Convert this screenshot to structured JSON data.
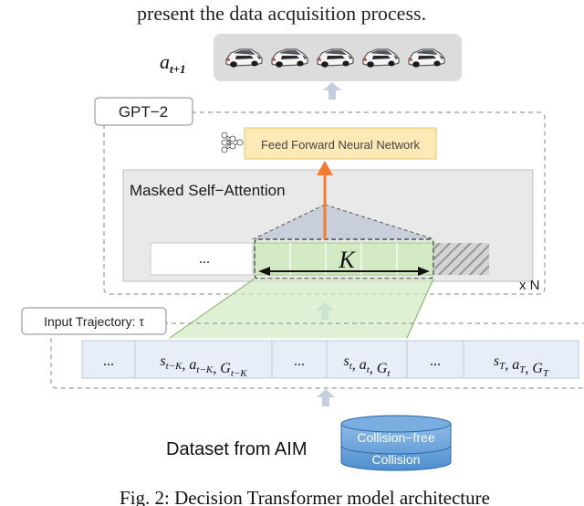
{
  "header_fragment": "present the data acquisition process.",
  "output_label": "a_{t+1}",
  "output_label_base": "a",
  "output_label_sub": "t+1",
  "car_count": 5,
  "gpt_box_label": "GPT−2",
  "ffnn_label": "Feed Forward Neural Network",
  "attention_label": "Masked Self−Attention",
  "context_left_ellipsis": "...",
  "context_window_label": "K",
  "repeat_label": "x N",
  "input_trajectory_label": "Input Trajectory: τ",
  "trajectory_cells": [
    "...",
    "s_{t−K}, a_{t−K}, G_{t−K}",
    "...",
    "s_t, a_t, G_t",
    "...",
    "s_T, a_T, G_T"
  ],
  "dataset_label": "Dataset from AIM",
  "database_labels": [
    "Collision−free",
    "Collision"
  ],
  "caption": "Fig. 2: Decision Transformer model architecture",
  "colors": {
    "gray_panel": "#e9e9e9",
    "ffnn_fill": "#fde9b6",
    "ffnn_border": "#e8c56a",
    "green_fill": "#d2e9c3",
    "green_border": "#9ccc80",
    "orange_arrow": "#f07d33",
    "input_cell_fill": "#e7eef8",
    "input_cell_border": "#b8c8de",
    "up_arrow_fill": "#c3cfdf",
    "database_fill": "#5b9bd5",
    "database_edge": "#2f65a8"
  }
}
